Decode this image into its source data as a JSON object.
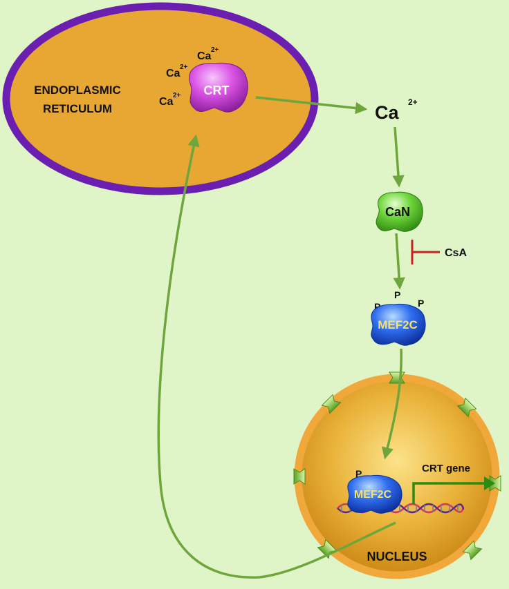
{
  "er_label_line1": "ENDOPLASMIC",
  "er_label_line2": "RETICULUM",
  "ca_symbol": "Ca",
  "ca_charge": "2+",
  "crt_protein": "CRT",
  "can_protein": "CaN",
  "csa_inhibitor": "CsA",
  "mef2c_protein": "MEF2C",
  "phospho_label": "P",
  "crt_gene_label": "CRT gene",
  "nucleus_label": "NUCLEUS",
  "colors": {
    "background": "#dff5c8",
    "er_fill": "#e8a733",
    "er_border": "#6b1fb0",
    "arrow": "#6ea63c",
    "inhibitor": "#cc1f1f",
    "crt": "#d94fe0",
    "can": "#6fd63d",
    "mef2c": "#2f6ef0",
    "nucleus_fill": "#e8a025",
    "nucleus_border": "#f0a83a"
  }
}
